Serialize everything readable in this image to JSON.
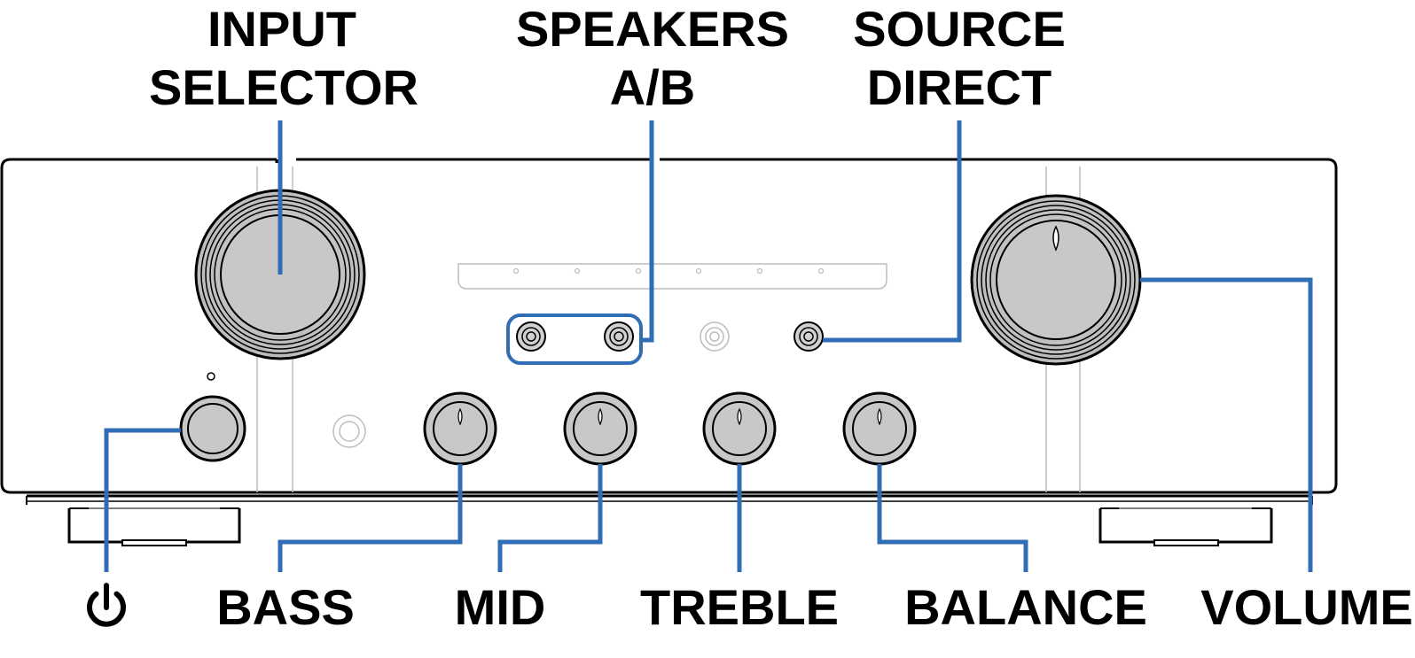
{
  "labels": {
    "input_selector": [
      "INPUT",
      "SELECTOR"
    ],
    "speakers_ab": [
      "SPEAKERS",
      "A/B"
    ],
    "source_direct": [
      "SOURCE",
      "DIRECT"
    ],
    "bass": "BASS",
    "mid": "MID",
    "treble": "TREBLE",
    "balance": "BALANCE",
    "volume": "VOLUME"
  },
  "icons": {
    "power": "power-icon"
  },
  "colors": {
    "callout_line": "#2f6db5",
    "outline": "#000000",
    "knob_fill": "#c8c8c8",
    "faint_gray": "#bdbdbd"
  }
}
